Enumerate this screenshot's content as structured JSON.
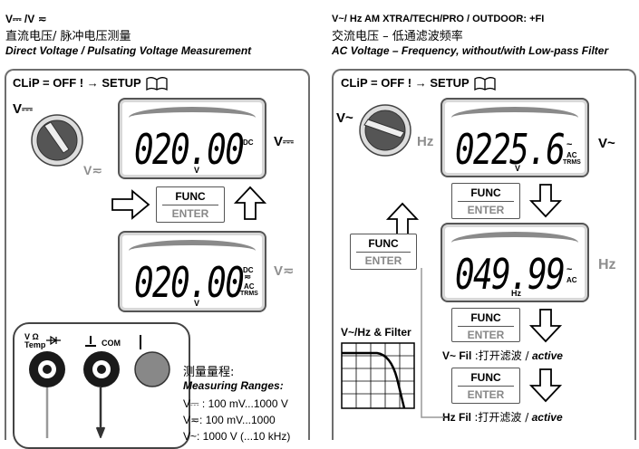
{
  "left": {
    "title_line1": "V⎓ /V ≂",
    "title_line2": "直流电压/ 脉冲电压测量",
    "title_line3": "Direct Voltage / Pulsating Voltage Measurement",
    "clip": "CLiP = OFF ! → SETUP",
    "dial_label": "V⎓",
    "dial_alt": "V≂",
    "display1": {
      "value": "020.00",
      "unit": "V",
      "mode": "DC"
    },
    "side1": "V⎓",
    "func": "FUNC",
    "enter": "ENTER",
    "display2": {
      "value": "020.00",
      "unit": "V",
      "mode1": "DC",
      "mode2": "≂",
      "mode3": "AC",
      "mode4": "TRMS"
    },
    "side2": "V≂",
    "jack1": "V Ω\nTemp",
    "jack2": "COM",
    "ranges_cn": "测量量程:",
    "ranges_en": "Measuring Ranges:",
    "range1": "V⎓ : 100 mV...1000 V",
    "range2": "V≂:   100 mV...1000",
    "range3": "V~: 1000 V (...10 kHz)"
  },
  "right": {
    "title_line1": "V~/ Hz AM XTRA/TECH/PRO / OUTDOOR: +FI",
    "title_line2": "交流电压 – 低通滤波频率",
    "title_line3": "AC Voltage – Frequency, without/with Low-pass Filter",
    "clip": "CLiP = OFF ! → SETUP",
    "dial_label": "V~",
    "dial_alt": "Hz",
    "display1": {
      "value": "0225.6",
      "unit": "V",
      "mode1": "~",
      "mode2": "AC",
      "mode3": "TRMS"
    },
    "side1": "V~",
    "func": "FUNC",
    "enter": "ENTER",
    "display2": {
      "value": "049.99",
      "unit": "Hz",
      "mode1": "~",
      "mode2": "AC"
    },
    "side2": "Hz",
    "filter_title": "V~/Hz & Filter",
    "vfil_label": "V~ Fil",
    "vfil_text": ":打开滤波 /",
    "vfil_active": "active",
    "hzfil_label": "Hz Fil",
    "hzfil_text": ":打开滤波 /",
    "hzfil_active": "active"
  }
}
